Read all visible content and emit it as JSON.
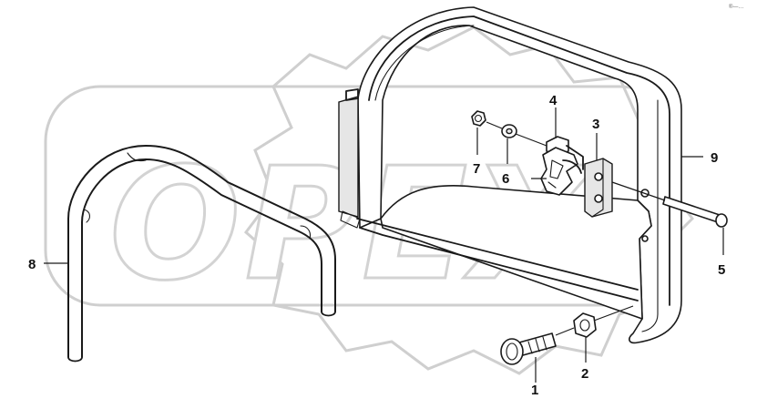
{
  "watermark": {
    "text": "OPEX"
  },
  "corner_mark": "®—…",
  "callouts": [
    {
      "id": "1",
      "label": "1"
    },
    {
      "id": "2",
      "label": "2"
    },
    {
      "id": "3",
      "label": "3"
    },
    {
      "id": "4",
      "label": "4"
    },
    {
      "id": "5",
      "label": "5"
    },
    {
      "id": "6",
      "label": "6"
    },
    {
      "id": "7",
      "label": "7"
    },
    {
      "id": "8",
      "label": "8"
    },
    {
      "id": "9",
      "label": "9"
    }
  ]
}
